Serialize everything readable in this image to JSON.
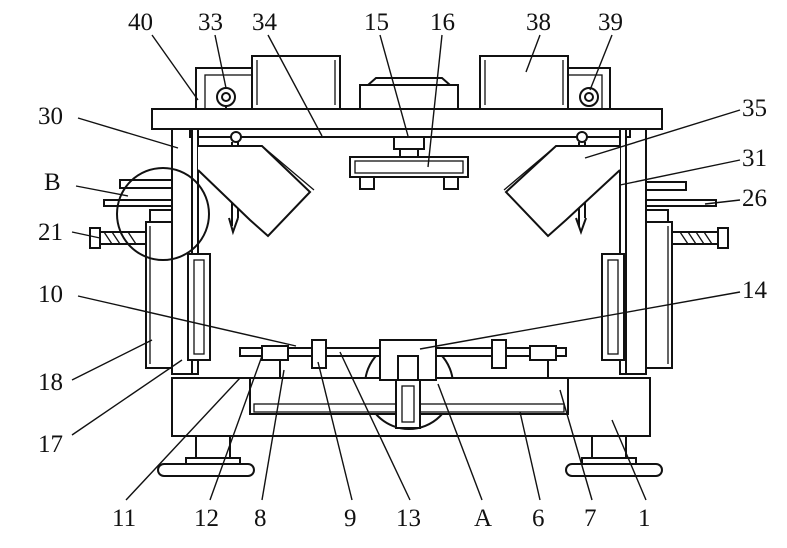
{
  "labels": {
    "l40": "40",
    "l33": "33",
    "l34": "34",
    "l15": "15",
    "l16": "16",
    "l38": "38",
    "l39": "39",
    "l30": "30",
    "l35": "35",
    "lB": "B",
    "l31": "31",
    "l26": "26",
    "l21": "21",
    "l10": "10",
    "l14": "14",
    "l18": "18",
    "l17": "17",
    "l11": "11",
    "l12": "12",
    "l8": "8",
    "l9": "9",
    "l13": "13",
    "lA": "A",
    "l6": "6",
    "l7": "7",
    "l1": "1"
  }
}
